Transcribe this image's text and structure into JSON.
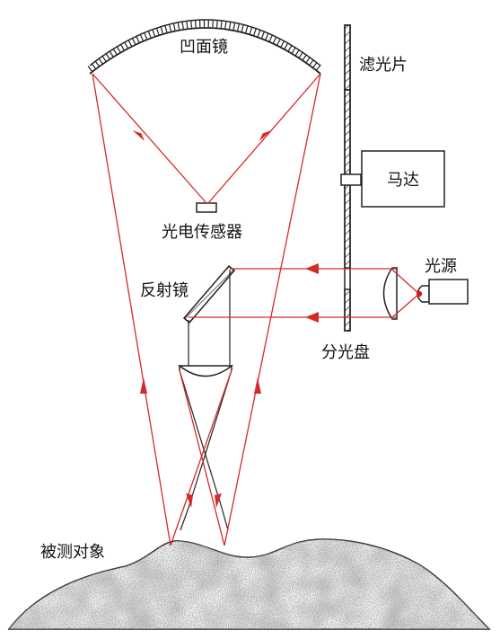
{
  "labels": {
    "concave_mirror": "凹面镜",
    "filter": "滤光片",
    "motor": "马达",
    "photo_sensor": "光电传感器",
    "light_source": "光源",
    "reflector": "反射镜",
    "beam_splitter_disk": "分光盘",
    "measured_object": "被测对象"
  },
  "colors": {
    "ray": "#d42a2a",
    "outline": "#222222",
    "terrain_fill": "#8a8a8a",
    "source_dot": "#e01818"
  }
}
